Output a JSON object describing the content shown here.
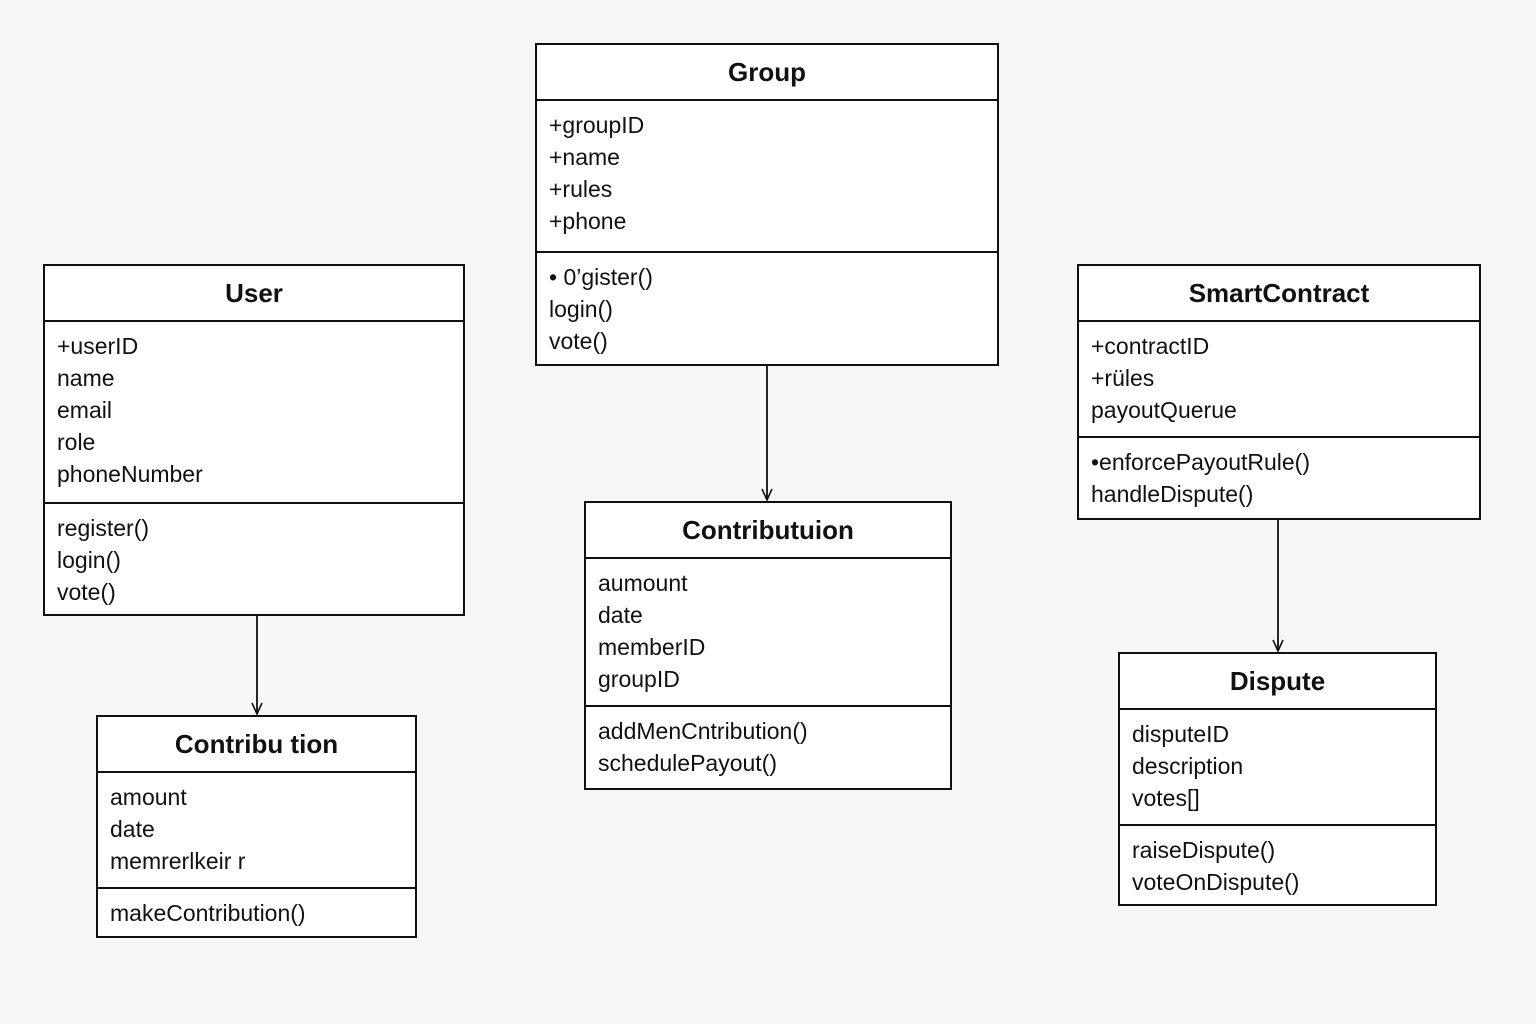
{
  "colors": {
    "background": "#f7f7f7",
    "box_fill": "#ffffff",
    "stroke": "#111111"
  },
  "classes": {
    "group": {
      "name": "Group",
      "attributes": [
        "+groupID",
        "+name",
        "+rules",
        "+phone"
      ],
      "methods": [
        "• 0’gister()",
        "login()",
        "vote()"
      ]
    },
    "user": {
      "name": "User",
      "attributes": [
        "+userID",
        "name",
        "email",
        "role",
        "phoneNumber"
      ],
      "methods": [
        "register()",
        "login()",
        "vote()"
      ]
    },
    "smart_contract": {
      "name": "SmartContract",
      "attributes": [
        "+contractID",
        "+rüles",
        "payoutQuerue"
      ],
      "methods": [
        "•enforcePayoutRule()",
        "handleDispute()"
      ]
    },
    "contribution_main": {
      "name": "Contributuion",
      "attributes": [
        "aumount",
        "date",
        "memberID",
        "groupID"
      ],
      "methods": [
        "addMenCntribution()",
        "schedulePayout()"
      ]
    },
    "contribution_user": {
      "name": "Contribu tion",
      "attributes": [
        "amount",
        "date",
        "memrerlkeir r"
      ],
      "methods": [
        "makeContribution()"
      ]
    },
    "dispute": {
      "name": "Dispute",
      "attributes": [
        "disputeID",
        "description",
        "votes[]"
      ],
      "methods": [
        "raiseDispute()",
        "voteOnDispute()"
      ]
    }
  },
  "relations": [
    {
      "from": "group",
      "to": "contribution_main",
      "kind": "arrow"
    },
    {
      "from": "user",
      "to": "contribution_user",
      "kind": "arrow"
    },
    {
      "from": "smart_contract",
      "to": "dispute",
      "kind": "arrow"
    }
  ]
}
